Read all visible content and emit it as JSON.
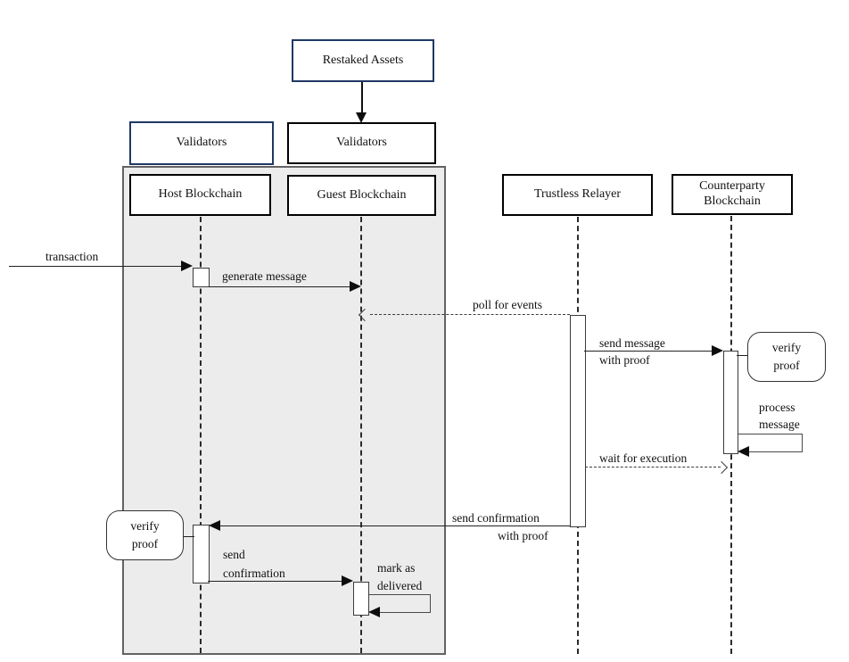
{
  "diagram": {
    "boxes": {
      "restaked_assets": {
        "label": "Restaked Assets"
      },
      "validators_left": {
        "label": "Validators"
      },
      "validators_right": {
        "label": "Validators"
      },
      "host_blockchain": {
        "label": "Host Blockchain"
      },
      "guest_blockchain": {
        "label": "Guest Blockchain"
      },
      "trustless_relayer": {
        "label": "Trustless Relayer"
      },
      "counterparty_blockchain": {
        "lines": [
          "Counterparty",
          "Blockchain"
        ]
      }
    },
    "messages": {
      "transaction": {
        "label": "transaction"
      },
      "generate_message": {
        "label": "generate message"
      },
      "poll_for_events": {
        "label": "poll for events"
      },
      "send_message_with_proof": {
        "lines": [
          "send message",
          "with proof"
        ]
      },
      "verify_proof_counterparty": {
        "lines": [
          "verify",
          "proof"
        ]
      },
      "process_message": {
        "lines": [
          "process",
          "message"
        ]
      },
      "wait_for_execution": {
        "label": "wait for execution"
      },
      "send_confirmation_with_proof": {
        "lines": [
          "send confirmation",
          "with proof"
        ]
      },
      "verify_proof_host": {
        "lines": [
          "verify",
          "proof"
        ]
      },
      "send_confirmation": {
        "lines": [
          "send",
          "confirmation"
        ]
      },
      "mark_as_delivered": {
        "lines": [
          "mark as",
          "delivered"
        ]
      }
    },
    "colors": {
      "navy_border": "#1f3864",
      "black_border": "#000000",
      "container_fill": "#ececec",
      "container_border": "#636363",
      "line_color": "#222222"
    }
  }
}
